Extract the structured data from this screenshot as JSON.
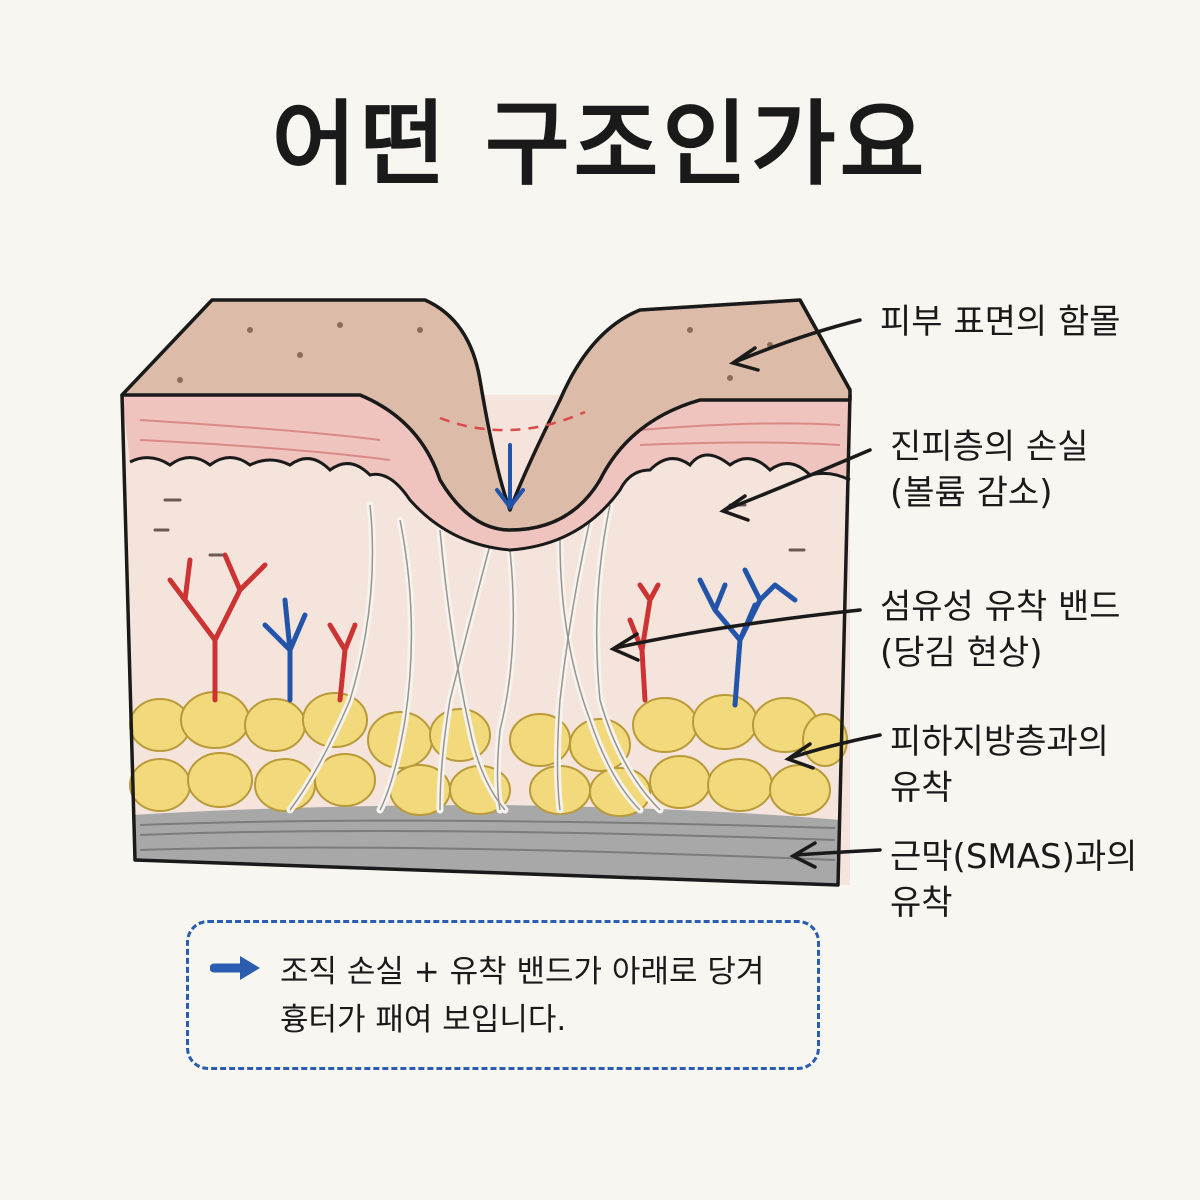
{
  "title": "어떤 구조인가요",
  "labels": {
    "surface": "피부 표면의 함몰",
    "dermis_line1": "진피층의 손실",
    "dermis_line2": "(볼륨 감소)",
    "bands_line1": "섬유성 유착 밴드",
    "bands_line2": "(당김 현상)",
    "fat_line1": "피하지방층과의",
    "fat_line2": "유착",
    "smas_line1": "근막(SMAS)과의",
    "smas_line2": "유착"
  },
  "note": {
    "line1": "조직 손실 + 유착 밴드가 아래로 당겨",
    "line2": "흉터가 패여 보입니다."
  },
  "colors": {
    "skin": "#d9b9a6",
    "dermis": "#f0c9c4",
    "deep_dermis": "#f5e4dc",
    "fat": "#f0d878",
    "fascia": "#9a9a9a",
    "artery": "#cc3333",
    "vein": "#2255aa",
    "note_border": "#2a5db0"
  }
}
